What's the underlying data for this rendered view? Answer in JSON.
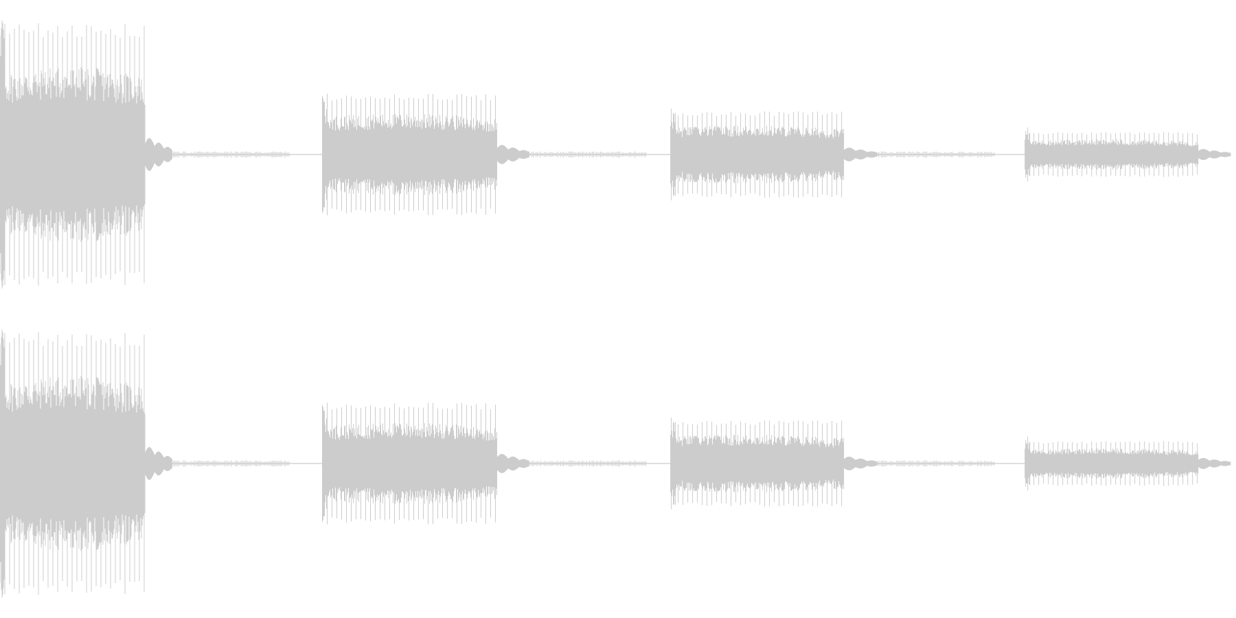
{
  "waveform": {
    "color": "#cccccc",
    "background": "#ffffff",
    "channels": [
      {
        "name": "",
        "bursts": [
          {
            "start": 0.0,
            "end": 0.118,
            "amp": 0.82,
            "tail": 0.022,
            "tail_amp": 0.12
          },
          {
            "start": 0.262,
            "end": 0.404,
            "amp": 0.38,
            "tail": 0.026,
            "tail_amp": 0.07
          },
          {
            "start": 0.545,
            "end": 0.686,
            "amp": 0.27,
            "tail": 0.027,
            "tail_amp": 0.05
          },
          {
            "start": 0.833,
            "end": 0.974,
            "amp": 0.14,
            "tail": 0.026,
            "tail_amp": 0.04
          }
        ]
      },
      {
        "name": "",
        "bursts": [
          {
            "start": 0.0,
            "end": 0.118,
            "amp": 0.82,
            "tail": 0.022,
            "tail_amp": 0.12
          },
          {
            "start": 0.262,
            "end": 0.404,
            "amp": 0.38,
            "tail": 0.026,
            "tail_amp": 0.07
          },
          {
            "start": 0.545,
            "end": 0.686,
            "amp": 0.27,
            "tail": 0.027,
            "tail_amp": 0.05
          },
          {
            "start": 0.833,
            "end": 0.974,
            "amp": 0.14,
            "tail": 0.026,
            "tail_amp": 0.04
          }
        ]
      }
    ]
  }
}
